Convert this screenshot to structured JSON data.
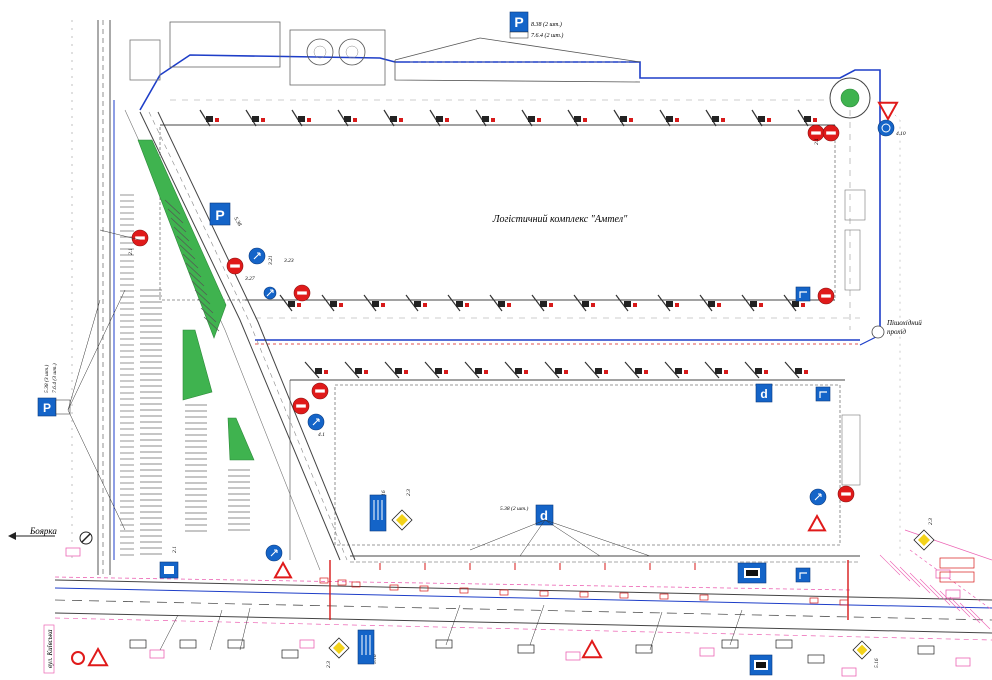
{
  "title": "Логістичний комплекс \"Амтел\"",
  "direction_label": "Боярка",
  "pedestrian_label": "Пішохідний\nпрохід",
  "street_label": "вул. Київська",
  "parking_notes": {
    "top_a": "8.38 (2 шт.)",
    "top_b": "7.6.4 (2 шт.)",
    "left_a": "5.38 (3 шт.)",
    "left_b": "7.6.4 (3 шт.)",
    "bottom": "5.38 (2 шт.)"
  },
  "sign_codes": {
    "s21": "2.1",
    "s23": "2.3",
    "s41": "4.1",
    "s410": "4.10",
    "s516": "5.16",
    "s538": "5.38",
    "s321": "3.21",
    "s327": "3.27",
    "s323": "3.23"
  },
  "sign_glyphs": {
    "parking": "P",
    "nowait": "d"
  },
  "colors": {
    "sign_blue": "#1464c8",
    "sign_red": "#e01a1a",
    "sign_yellow": "#f2d21a",
    "route_blue": "#1e3ec8",
    "green_island": "#3fb34f",
    "markup_pink": "#ec64b4",
    "markup_red": "#d71a1a",
    "line_dark": "#333333"
  },
  "icons": [
    "parking-sign-icon",
    "no-entry-sign-icon",
    "keep-right-sign-icon",
    "give-way-sign-icon",
    "priority-road-sign-icon",
    "roundabout-sign-icon",
    "no-stopping-sign-icon",
    "north-arrow-icon"
  ]
}
